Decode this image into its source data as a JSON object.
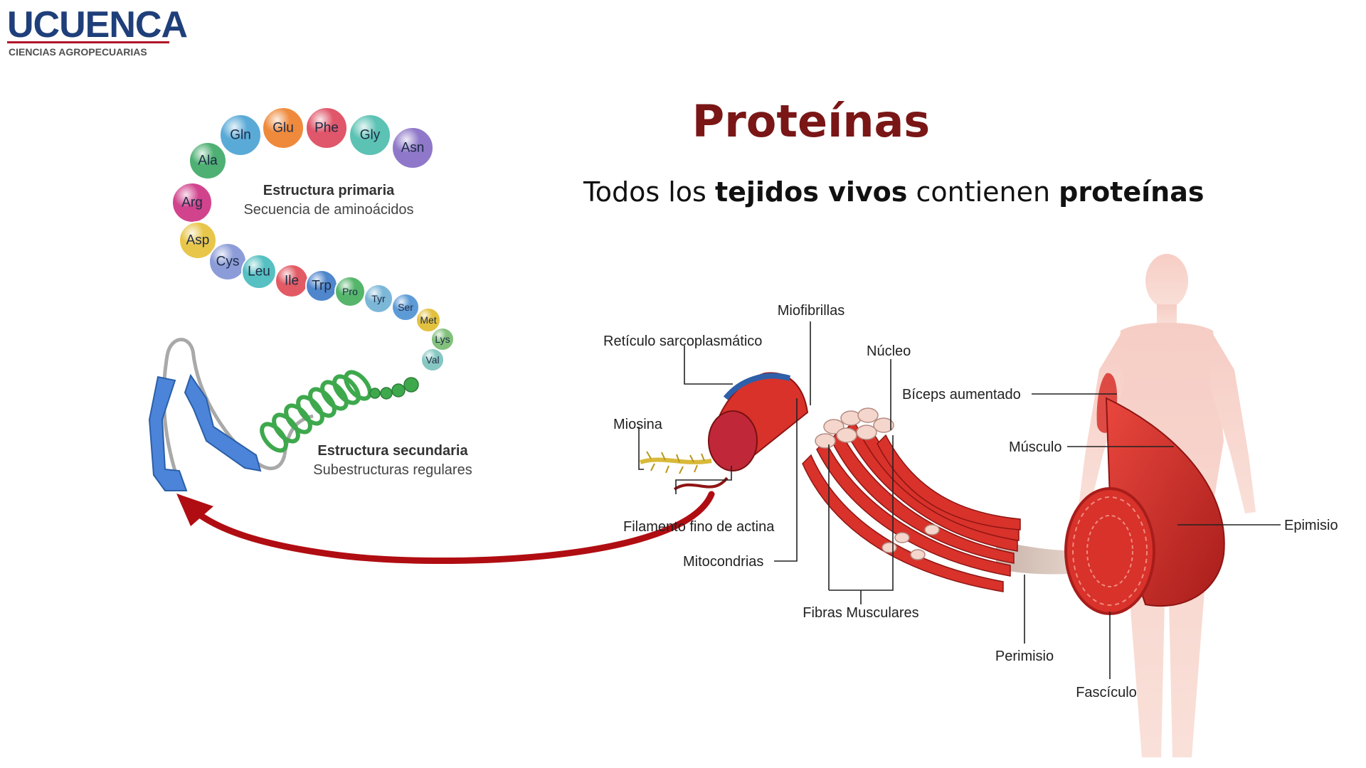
{
  "logo": {
    "name": "UCUENCA",
    "subtitle": "CIENCIAS AGROPECUARIAS"
  },
  "slide": {
    "title": "Proteínas",
    "subtitle": {
      "part1": "Todos los ",
      "bold1": "tejidos vivos",
      "part2": " contienen ",
      "bold2": "proteínas"
    }
  },
  "protein_diagram": {
    "primary": {
      "title": "Estructura primaria",
      "description": "Secuencia de aminoácidos"
    },
    "secondary": {
      "title": "Estructura secundaria",
      "description": "Subestructuras regulares"
    },
    "amino_acids": [
      "Gln",
      "Glu",
      "Phe",
      "Gly",
      "Asn",
      "Ala",
      "Arg",
      "Asp",
      "Cys",
      "Leu",
      "Ile",
      "Trp",
      "Pro",
      "Tyr",
      "Ser",
      "Met",
      "Lys",
      "Val"
    ]
  },
  "muscle_diagram": {
    "labels": {
      "miofibrillas": "Miofibrillas",
      "reticulo": "Retículo sarcoplasmático",
      "nucleo": "Núcleo",
      "biceps": "Bíceps aumentado",
      "miosina": "Miosina",
      "musculo": "Músculo",
      "epimisio": "Epimisio",
      "filamento": "Filamento fino de actina",
      "mitocondrias": "Mitocondrias",
      "fibras": "Fibras Musculares",
      "perimisio": "Perimisio",
      "fasciculo": "Fascículo"
    }
  },
  "colors": {
    "title": "#7a1616",
    "logo": "#1f3f7a",
    "logo_rule": "#b0152a",
    "muscle": "#d8322b",
    "arrow": "#b00d12"
  }
}
